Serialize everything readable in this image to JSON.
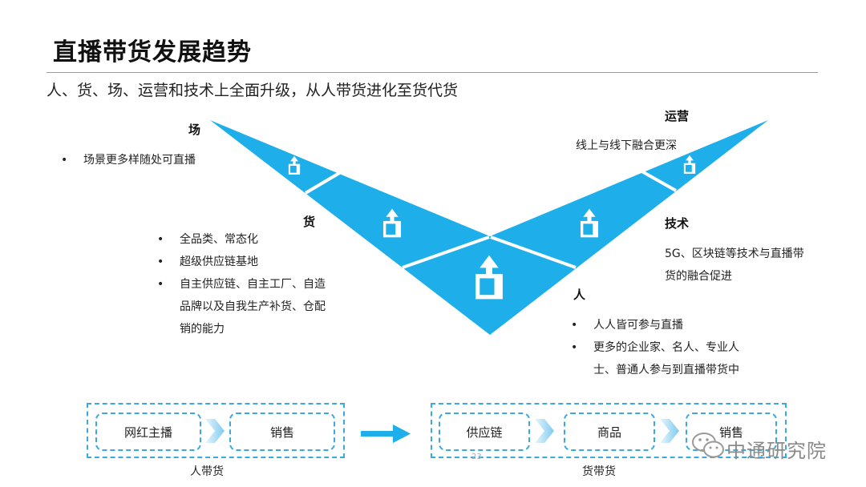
{
  "header": {
    "title": "直播带货发展趋势",
    "subtitle": "人、货、场、运营和技术上全面升级，从人带货进化至货代货"
  },
  "diagram": {
    "colors": {
      "fill": "#1eaee9",
      "divider": "#ffffff",
      "dashed": "#3ba9dd"
    },
    "icon": "upload-box-icon",
    "chang": {
      "label": "场",
      "items": [
        "场景更多样随处可直播"
      ]
    },
    "huo": {
      "label": "货",
      "items": [
        "全品类、常态化",
        "超级供应链基地",
        "自主供应链、自主工厂、自造品牌以及自我生产补货、仓配销的能力"
      ]
    },
    "ren": {
      "label": "人",
      "items": [
        "人人皆可参与直播",
        "更多的企业家、名人、专业人士、普通人参与到直播带货中"
      ]
    },
    "yunying": {
      "label": "运营",
      "text": "线上与线下融合更深"
    },
    "jishu": {
      "label": "技术",
      "text": "5G、区块链等技术与直播带货的融合促进"
    }
  },
  "flow": {
    "left": {
      "boxes": [
        "网红主播",
        "销售"
      ],
      "caption": "人带货"
    },
    "right": {
      "boxes": [
        "供应链",
        "商品",
        "销售"
      ],
      "caption": "货带货"
    }
  },
  "bullet_char": "•",
  "page_number": "23",
  "watermark": "中通研究院"
}
